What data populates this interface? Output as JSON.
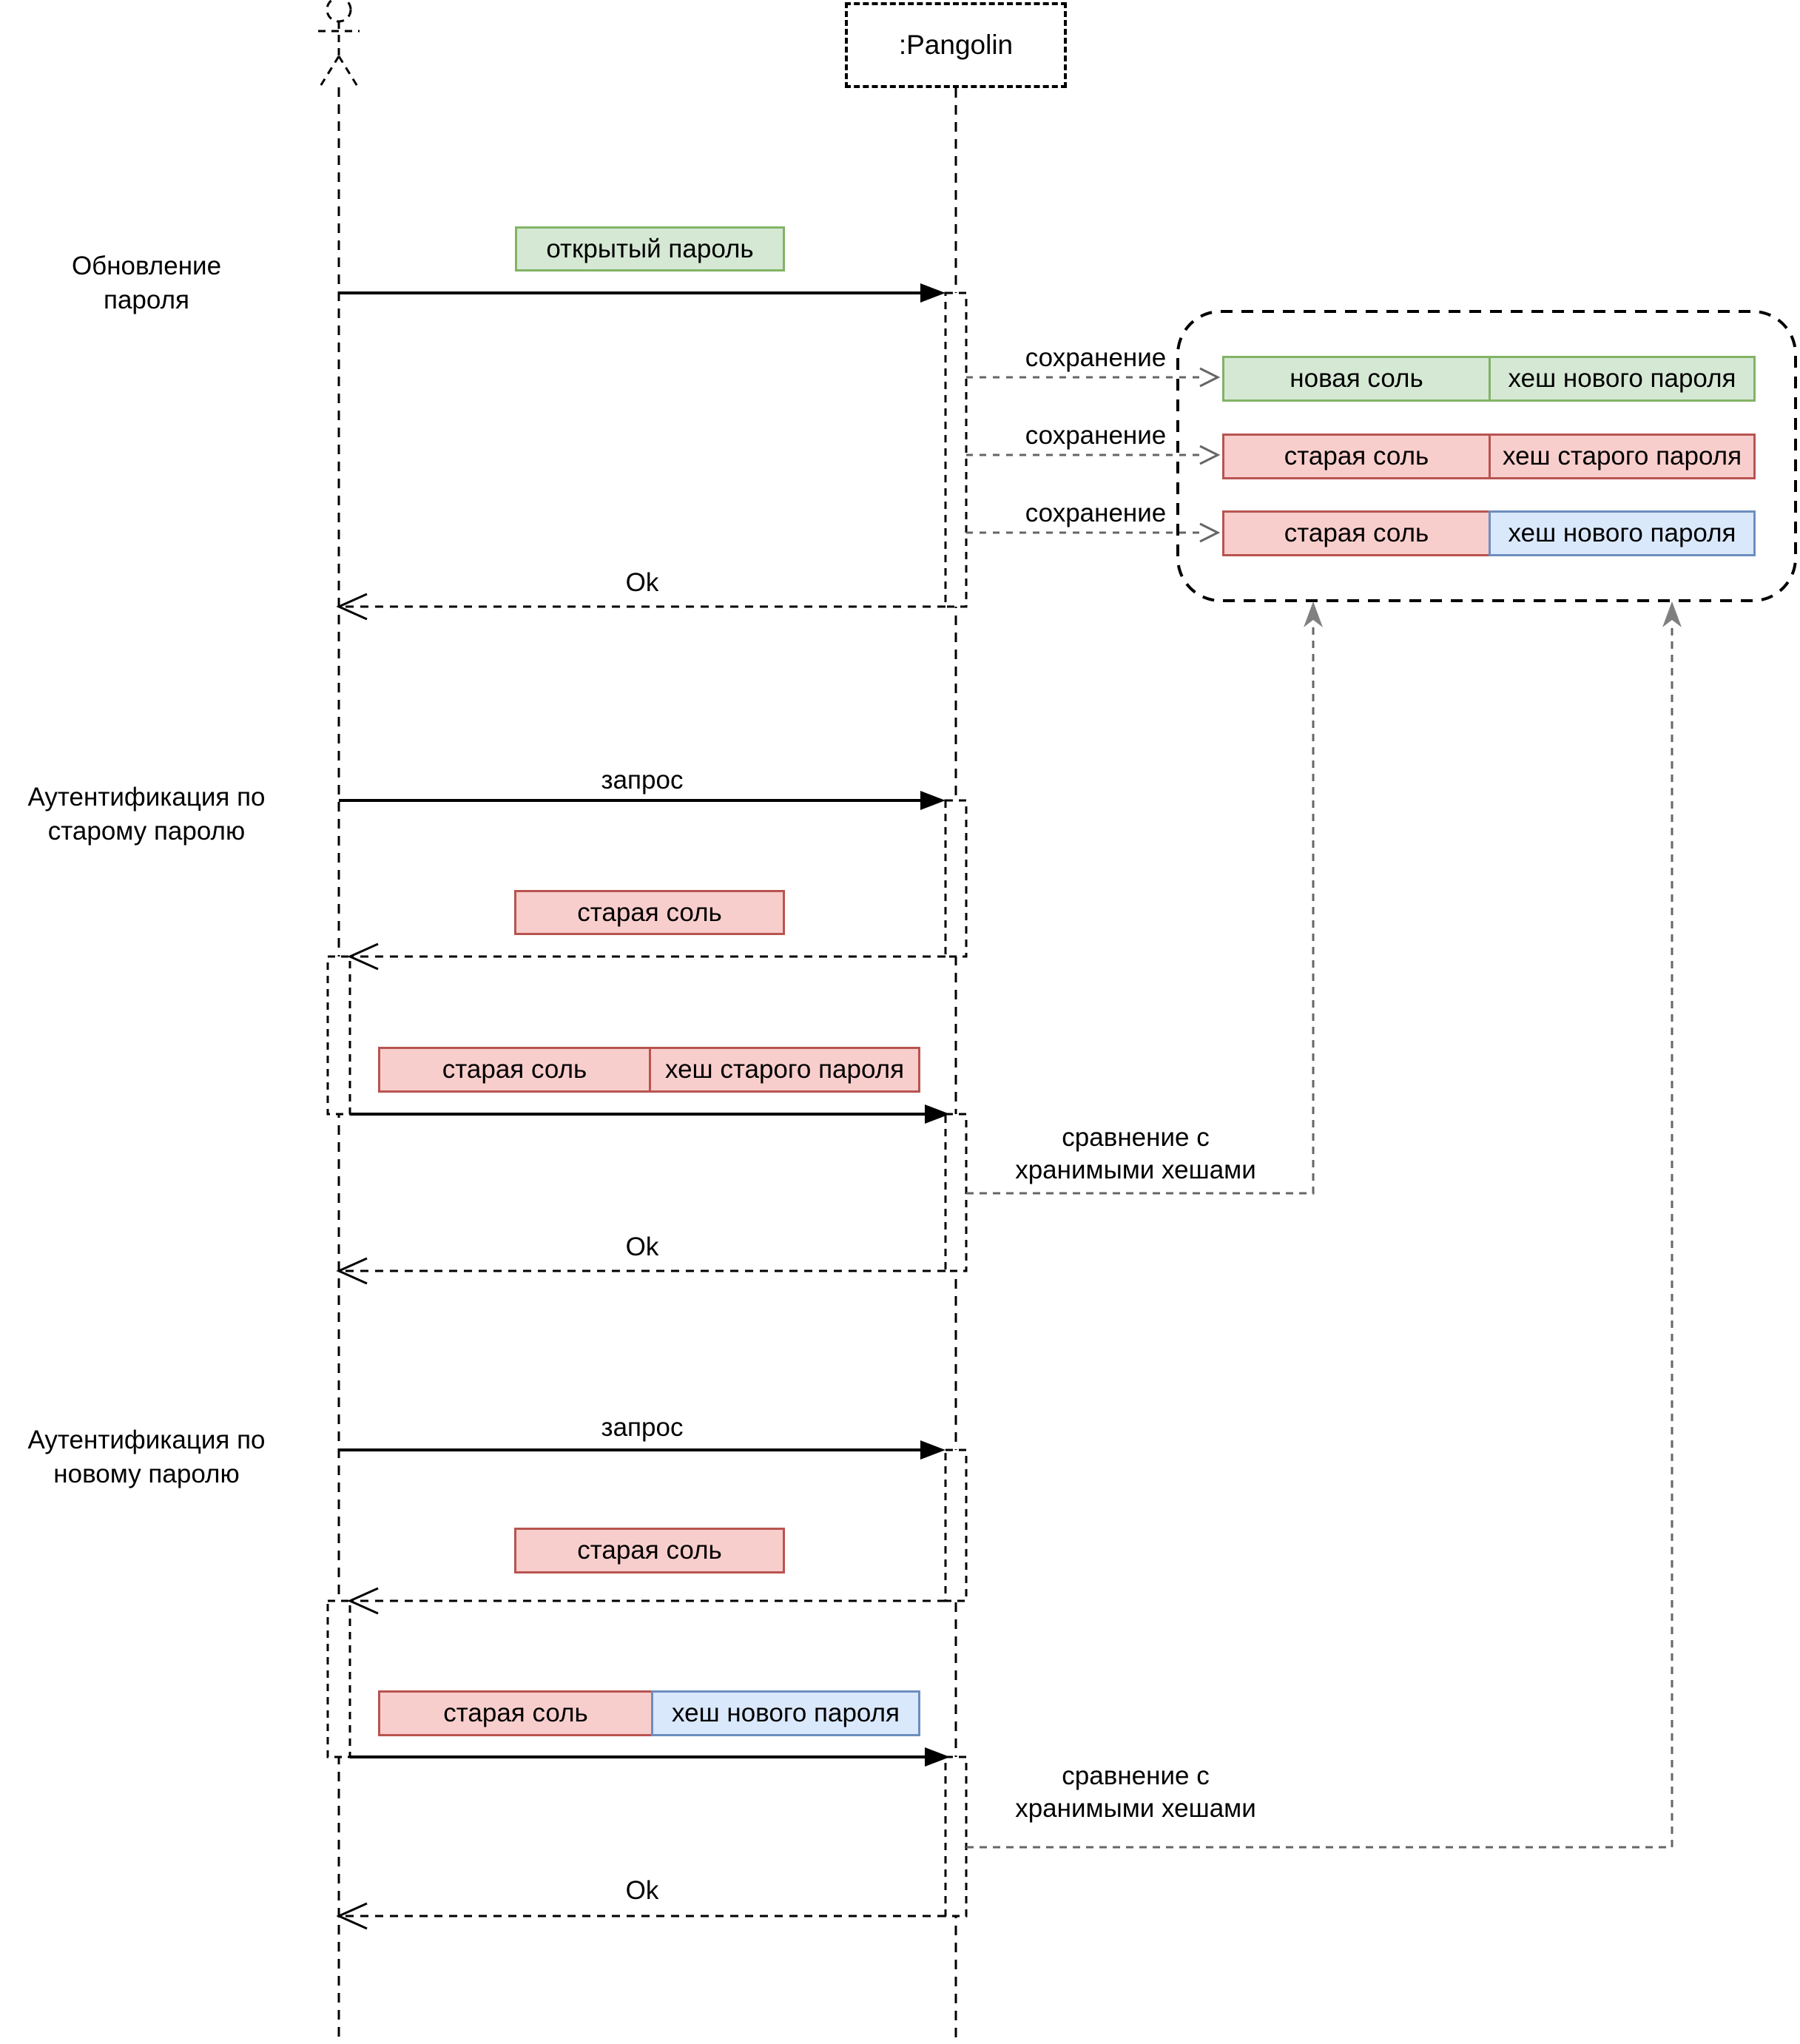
{
  "participants": {
    "pangolin": ":Pangolin"
  },
  "sections": [
    {
      "lines": [
        "Обновление",
        "пароля"
      ]
    },
    {
      "lines": [
        "Аутентификация по",
        "старому паролю"
      ]
    },
    {
      "lines": [
        "Аутентификация по",
        "новому паролю"
      ]
    }
  ],
  "labels": {
    "request": "запрос",
    "ok": "Ok",
    "save": "сохранение",
    "compare_lines": [
      "сравнение с",
      "хранимыми хешами"
    ]
  },
  "chips": {
    "open_password": "открытый пароль",
    "new_salt": "новая соль",
    "old_salt": "старая соль",
    "new_hash": "хеш нового пароля",
    "old_hash": "хеш старого пароля"
  },
  "store": {
    "rows": [
      {
        "left": "новая соль",
        "right": "хеш нового пароля"
      },
      {
        "left": "старая соль",
        "right": "хеш старого пароля"
      },
      {
        "left": "старая соль",
        "right": "хеш нового пароля"
      }
    ]
  },
  "colors": {
    "green_fill": "#d5e8d4",
    "green_border": "#82b366",
    "pink_fill": "#f8cecc",
    "pink_border": "#b85450",
    "blue_fill": "#dae8fc",
    "blue_border": "#6c8ebf",
    "line_black": "#000000",
    "line_gray": "#666666"
  }
}
